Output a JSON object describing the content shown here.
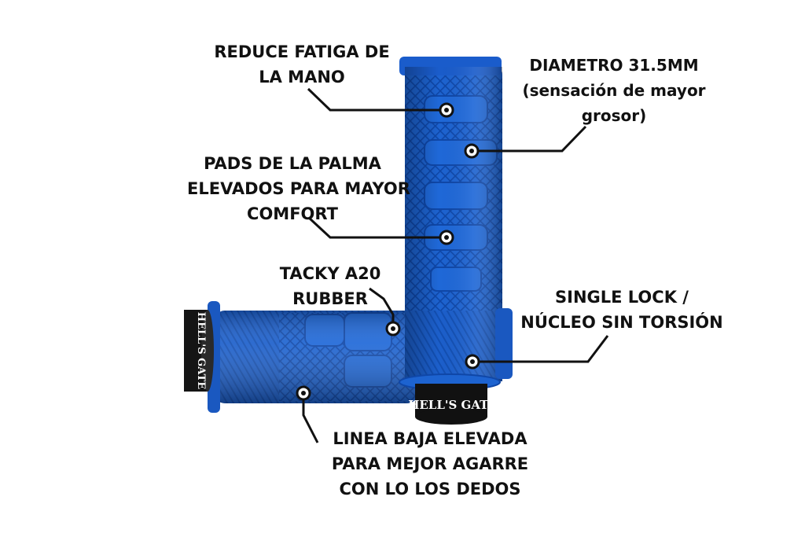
{
  "labels": {
    "reduce_fatigue": [
      "REDUCE FATIGA DE",
      "LA MANO"
    ],
    "diameter": [
      "DIAMETRO 31.5MM",
      "(sensación de mayor",
      "grosor)"
    ],
    "palm_pads": [
      "PADS DE LA PALMA",
      "ELEVADOS PARA MAYOR",
      "COMFORT"
    ],
    "tacky": [
      "TACKY A20",
      "RUBBER"
    ],
    "single_lock": [
      "SINGLE LOCK /",
      "NÚCLEO SIN TORSIÓN"
    ],
    "low_line": [
      "LINEA BAJA ELEVADA",
      "PARA MEJOR AGARRE",
      "CON LO LOS DEDOS"
    ]
  },
  "product": {
    "brand_text": "HELL'S GATE",
    "grip_color": "#1d63d0",
    "grip_dark": "#0f47a8",
    "collar_color": "#111111"
  }
}
